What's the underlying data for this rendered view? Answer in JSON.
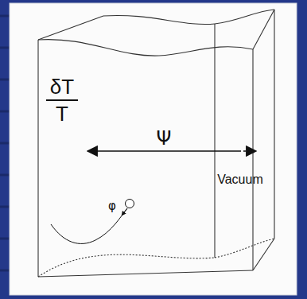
{
  "diagram": {
    "labels": [
      "δT",
      "T",
      "Ψ",
      "φ",
      "Vacuum"
    ]
  }
}
